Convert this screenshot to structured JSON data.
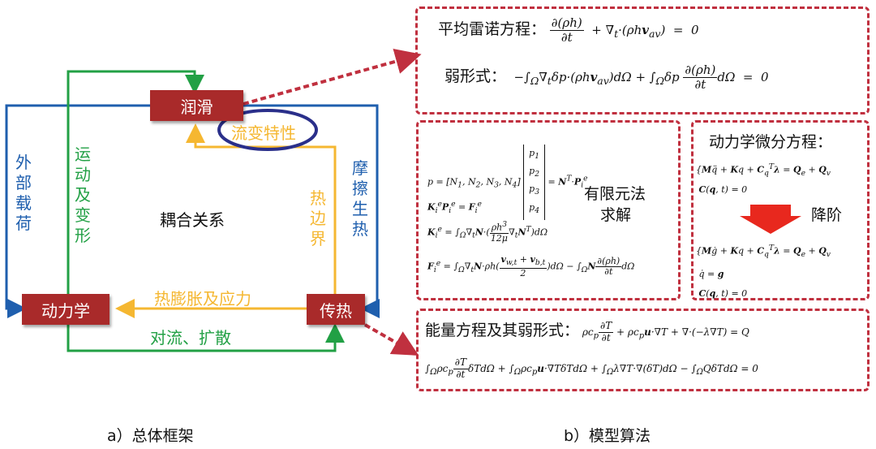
{
  "nodes": {
    "lubrication": "润滑",
    "dynamics": "动力学",
    "heat_transfer": "传热"
  },
  "edge_labels": {
    "external_load": "外部载荷",
    "motion_deformation": "运动及变形",
    "thermal_boundary": "热边界",
    "friction_heat": "摩擦生热",
    "rheology": "流变特性",
    "thermal_expansion_stress": "热膨胀及应力",
    "convection_diffusion": "对流、扩散",
    "coupling": "耦合关系"
  },
  "panels": {
    "reynolds": {
      "avg_label": "平均雷诺方程：",
      "weak_label": "弱形式："
    },
    "fem": {
      "solve_label_1": "有限元法",
      "solve_label_2": "求解"
    },
    "dyn": {
      "title": "动力学微分方程：",
      "reduce_label": "降阶"
    },
    "energy": {
      "label": "能量方程及其弱形式："
    }
  },
  "captions": {
    "a": "a）总体框架",
    "b": "b）模型算法"
  },
  "colors": {
    "node": "#a92a2a",
    "blue": "#1f5fae",
    "green": "#22a045",
    "orange": "#f5b731",
    "dashed": "#c0303f",
    "ellipse": "#2a2f8a"
  }
}
